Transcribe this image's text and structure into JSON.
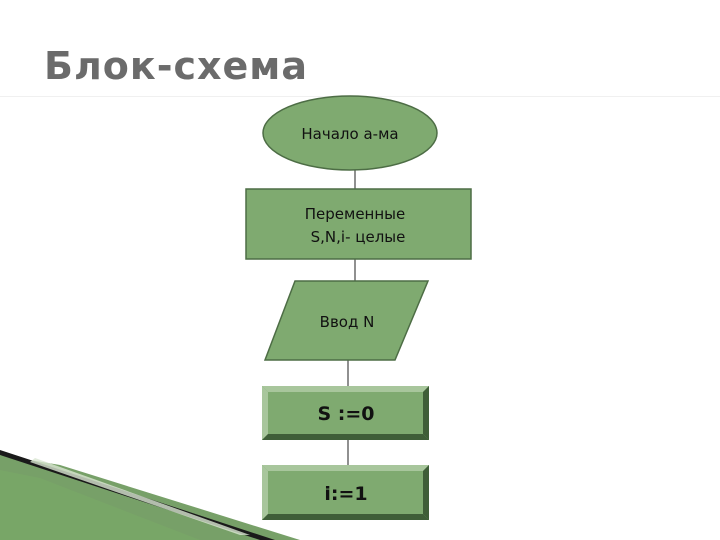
{
  "slide": {
    "title": "Блок-схема"
  },
  "flowchart": {
    "start": {
      "label": "Начало а-ма"
    },
    "variables": {
      "line1": "Переменные",
      "line2": "S,N,i- целые"
    },
    "input": {
      "label": "Ввод N"
    },
    "assign_s": {
      "label": "S :=0"
    },
    "assign_i": {
      "label": "i:=1"
    }
  },
  "colors": {
    "shape_fill": "#7faa70",
    "shape_stroke": "#4d6d45",
    "bevel_light": "#a8c69c",
    "bevel_dark": "#3f5e38",
    "title_text": "#6b6b6b",
    "swoosh_dark": "#1a1a1a",
    "swoosh_green": "#5f8f4e"
  }
}
